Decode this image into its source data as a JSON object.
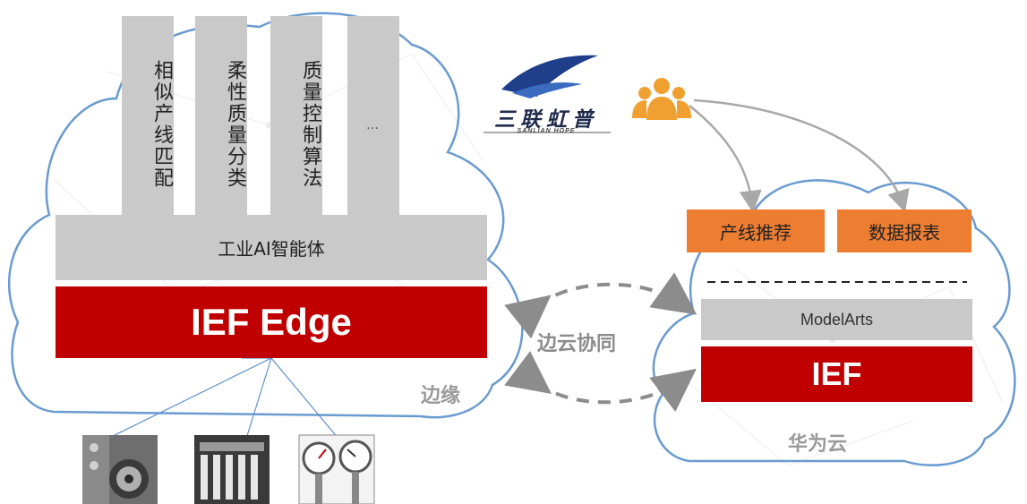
{
  "edge": {
    "columns": [
      "相似产线匹配",
      "柔性质量分类",
      "质量控制算法",
      "…"
    ],
    "agent": "工业AI智能体",
    "ief_edge": "IEF Edge",
    "label": "边缘"
  },
  "collab_label": "边云协同",
  "cloud": {
    "boxes": [
      "产线推荐",
      "数据报表"
    ],
    "modelarts": "ModelArts",
    "ief": "IEF",
    "label": "华为云"
  },
  "logo": {
    "name": "三联虹普",
    "subtitle": "SANLIAN HOPE",
    "color": "#1f3f8a"
  },
  "colors": {
    "cloud_stroke": "#6a9bd0",
    "red": "#c00000",
    "orange": "#ed7d31",
    "gray_block": "#c9c9c9",
    "users": "#f0a030"
  },
  "icons": [
    "users-icon",
    "sanlian-hope-logo",
    "spinning-machine-photo",
    "textile-machine-photo",
    "pressure-gauge-photo"
  ]
}
